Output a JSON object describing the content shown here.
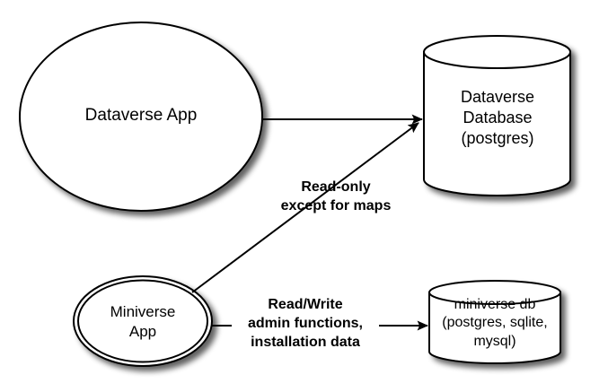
{
  "diagram": {
    "background_color": "#ffffff",
    "stroke_color": "#000000",
    "fill_color": "#ffffff",
    "shadow_color": "#9a9a9a",
    "nodes": [
      {
        "id": "dataverse-app",
        "shape": "ellipse",
        "label": "Dataverse App",
        "lines": [
          "Dataverse App"
        ]
      },
      {
        "id": "dataverse-database",
        "shape": "cylinder",
        "label": "Dataverse Database (postgres)",
        "lines": [
          "Dataverse",
          "Database",
          "(postgres)"
        ]
      },
      {
        "id": "miniverse-app",
        "shape": "double-ellipse",
        "label": "Miniverse App",
        "lines": [
          "Miniverse",
          "App"
        ]
      },
      {
        "id": "miniverse-db",
        "shape": "cylinder",
        "label": "miniverse db (postgres, sqlite, mysql)",
        "lines": [
          "miniverse db",
          "(postgres, sqlite,",
          "mysql)"
        ]
      }
    ],
    "edges": [
      {
        "id": "edge-app-to-db",
        "from": "dataverse-app",
        "to": "dataverse-database",
        "arrow": "to",
        "label_lines": []
      },
      {
        "id": "edge-miniverse-to-dataverse-db",
        "from": "miniverse-app",
        "to": "dataverse-database",
        "arrow": "to",
        "label_lines": [
          "Read-only",
          "except for maps"
        ]
      },
      {
        "id": "edge-miniverse-to-miniverse-db",
        "from": "miniverse-app",
        "to": "miniverse-db",
        "arrow": "to",
        "label_lines": [
          "Read/Write",
          "admin functions,",
          "installation data"
        ]
      }
    ]
  }
}
